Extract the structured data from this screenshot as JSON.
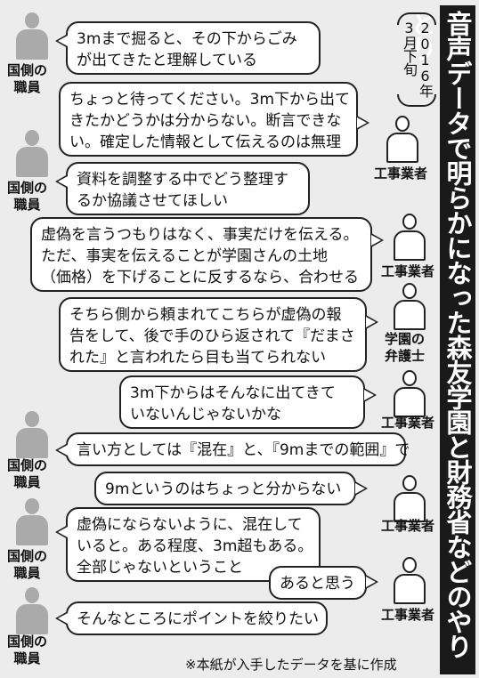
{
  "title": "音声データで明らかになった森友学園と財務省などのやりとり",
  "date": {
    "year": "2016年",
    "month": "3月下旬"
  },
  "speakers": {
    "official": [
      "国側の",
      "職員"
    ],
    "contractor": "工事業者",
    "lawyer": [
      "学園の",
      "弁護士"
    ]
  },
  "dialogue": [
    {
      "speaker": "official",
      "lines": [
        "3mまで掘ると、その下からごみ",
        "が出てきたと理解している"
      ]
    },
    {
      "speaker": "contractor",
      "lines": [
        "ちょっと待ってください。3m下から出て",
        "きたかどうかは分からない。断言できな",
        "い。確定した情報として伝えるのは無理"
      ]
    },
    {
      "speaker": "official",
      "lines": [
        "資料を調整する中でどう整理す",
        "るか協議させてほしい"
      ]
    },
    {
      "speaker": "contractor",
      "lines": [
        "虚偽を言うつもりはなく、事実だけを伝える。",
        "ただ、事実を伝えることが学園さんの土地",
        "（価格）を下げることに反するなら、合わせる"
      ]
    },
    {
      "speaker": "lawyer",
      "lines": [
        "そちら側から頼まれてこちらが虚偽の報",
        "告をして、後で手のひら返されて『だまさ",
        "れた』と言われたら目も当てられない"
      ]
    },
    {
      "speaker": "contractor",
      "lines": [
        "3m下からはそんなに出てきて",
        "いないんじゃないかな"
      ]
    },
    {
      "speaker": "official",
      "lines": [
        "言い方としては『混在』と、『9mまでの範囲』で"
      ]
    },
    {
      "speaker": "contractor",
      "lines": [
        "9mというのはちょっと分からない"
      ]
    },
    {
      "speaker": "official",
      "lines": [
        "虚偽にならないように、混在して",
        "いると。ある程度、3m超もある。",
        "全部じゃないということ"
      ]
    },
    {
      "speaker": "contractor",
      "lines": [
        "あると思う"
      ]
    },
    {
      "speaker": "official",
      "lines": [
        "そんなところにポイントを絞りたい"
      ]
    }
  ],
  "footnote": "※本紙が入手したデータを基に作成"
}
